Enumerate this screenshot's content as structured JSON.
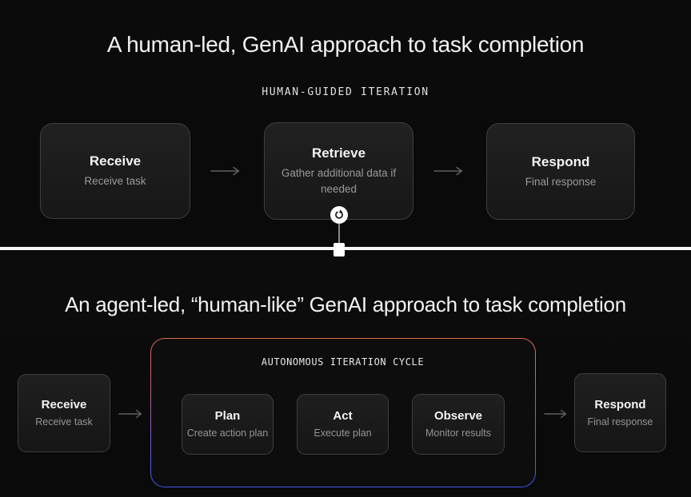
{
  "top": {
    "title": "A human-led, GenAI approach to task completion",
    "label": "HUMAN-GUIDED ITERATION",
    "boxes": [
      {
        "title": "Receive",
        "subtitle": "Receive task"
      },
      {
        "title": "Retrieve",
        "subtitle": "Gather additional data if needed"
      },
      {
        "title": "Respond",
        "subtitle": "Final response"
      }
    ]
  },
  "bottom": {
    "title": "An agent-led, “human-like” GenAI approach to task completion",
    "receive": {
      "title": "Receive",
      "subtitle": "Receive task"
    },
    "cycle": {
      "label": "AUTONOMOUS ITERATION CYCLE",
      "boxes": [
        {
          "title": "Plan",
          "subtitle": "Create action plan"
        },
        {
          "title": "Act",
          "subtitle": "Execute plan"
        },
        {
          "title": "Observe",
          "subtitle": "Monitor results"
        }
      ]
    },
    "respond": {
      "title": "Respond",
      "subtitle": "Final response"
    }
  },
  "icons": {
    "refresh": "↻",
    "arrow_right": "→"
  },
  "colors": {
    "background": "#0a0a0a",
    "divider": "#ffffff",
    "cycle_border_top": "#E06A4A",
    "cycle_border_middle": "#7E5FC4",
    "cycle_border_bottom": "#3D56E8",
    "box_border": "#3E3E3E",
    "title_text": "#F2F2F2",
    "subtitle_text": "#999999"
  }
}
